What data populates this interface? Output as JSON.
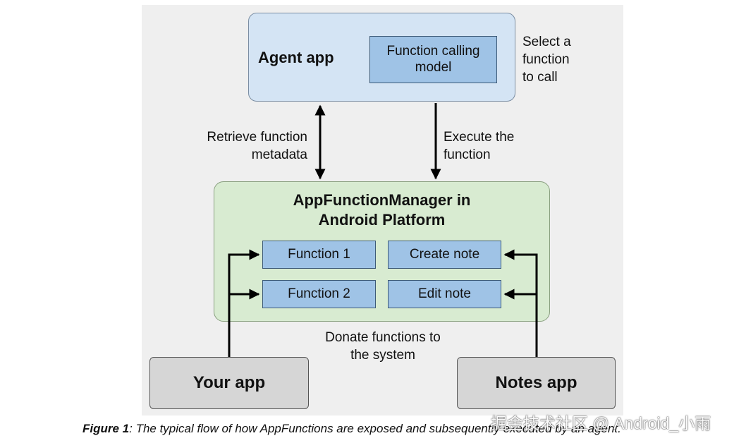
{
  "agent": {
    "title": "Agent app",
    "model": "Function calling model",
    "side_note_lines": [
      "Select a",
      "function",
      "to call"
    ]
  },
  "edges": {
    "retrieve_lines": [
      "Retrieve function",
      "metadata"
    ],
    "execute_lines": [
      "Execute the",
      "function"
    ],
    "donate_lines": [
      "Donate functions to",
      "the system"
    ]
  },
  "manager": {
    "title_lines": [
      "AppFunctionManager in",
      "Android Platform"
    ],
    "functions": [
      "Function 1",
      "Function 2",
      "Create note",
      "Edit note"
    ]
  },
  "apps": {
    "your_app": "Your app",
    "notes_app": "Notes app"
  },
  "caption": {
    "prefix": "Figure 1",
    "text": ": The typical flow of how AppFunctions are exposed and subsequently executed by an agent."
  },
  "watermark": "掘金技术社区 @ Android_小雨"
}
